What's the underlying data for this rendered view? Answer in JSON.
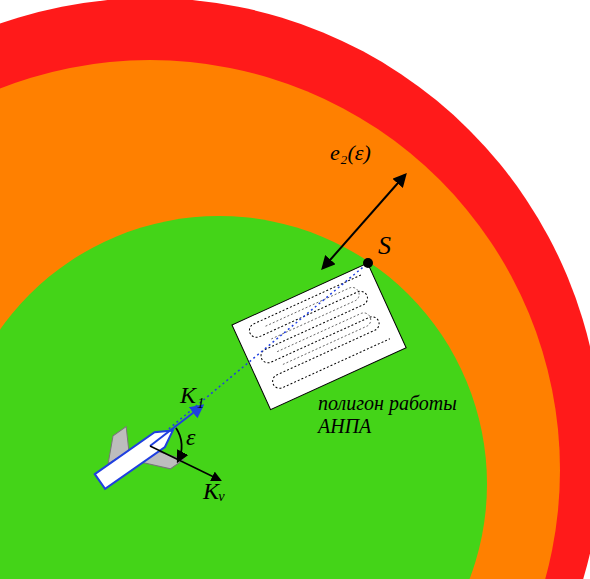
{
  "diagram": {
    "labels": [
      "e₂(ε)",
      "S",
      "K₁",
      "ε",
      "Kᵥ",
      "полигон работы АНПА"
    ]
  }
}
